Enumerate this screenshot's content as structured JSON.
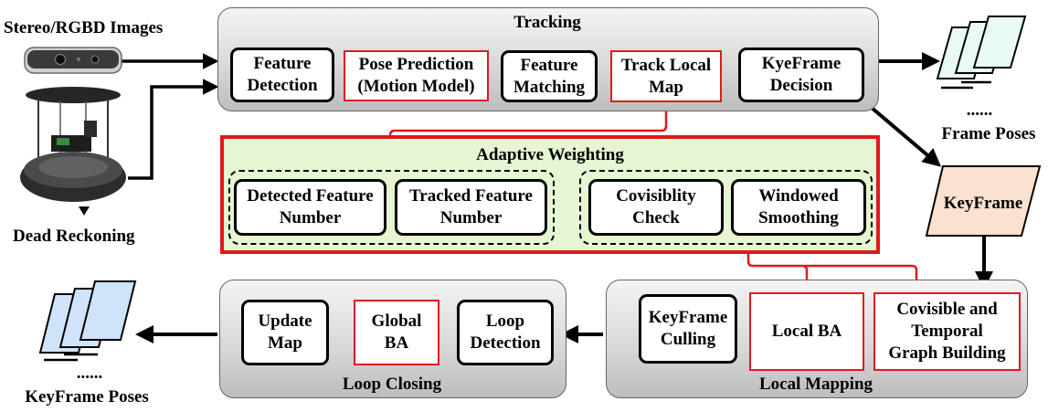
{
  "inputs": {
    "stereo_label": "Stereo/RGBD Images",
    "dead_reckoning_label": "Dead Reckoning"
  },
  "tracking": {
    "title": "Tracking",
    "boxes": [
      "Feature\nDetection",
      "Pose Prediction\n(Motion Model)",
      "Feature\nMatching",
      "Track Local\nMap",
      "KyeFrame\nDecision"
    ]
  },
  "adaptive": {
    "title": "Adaptive Weighting",
    "boxes": [
      "Detected Feature\nNumber",
      "Tracked Feature\nNumber",
      "Covisiblity\nCheck",
      "Windowed\nSmoothing"
    ]
  },
  "local_mapping": {
    "title": "Local Mapping",
    "boxes": [
      "KeyFrame\nCulling",
      "Local BA",
      "Covisible and\nTemporal\nGraph  Building"
    ]
  },
  "loop_closing": {
    "title": "Loop Closing",
    "boxes": [
      "Update\nMap",
      "Global\nBA",
      "Loop\nDetection"
    ]
  },
  "outputs": {
    "frame_poses_dots": "......",
    "frame_poses_label": "Frame Poses",
    "keyframe_label": "KeyFrame",
    "keyframe_poses_dots": "......",
    "keyframe_poses_label": "KeyFrame Poses"
  },
  "colors": {
    "red": "#e0191d",
    "green_fill": "#e6f5d2",
    "keyframe_fill": "#fbe1cf",
    "frame_pages": "#e8fbf3",
    "keyframe_pages": "#cfe3fb"
  },
  "icons": [
    "camera-icon",
    "robot-icon",
    "frame-pages-icon",
    "keyframe-pages-icon"
  ]
}
